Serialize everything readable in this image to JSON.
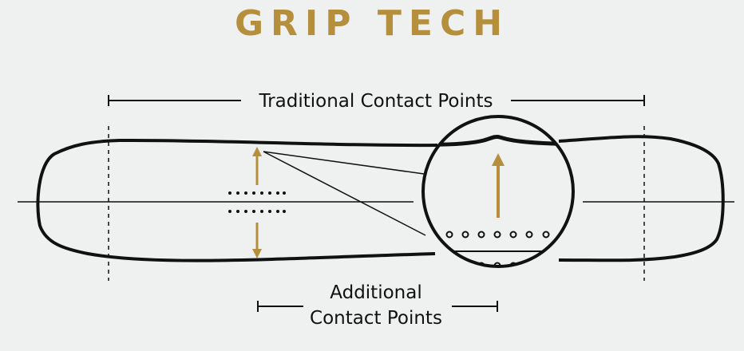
{
  "title": "GRIP TECH",
  "labels": {
    "traditional": "Traditional Contact Points",
    "additional_line1": "Additional",
    "additional_line2": "Contact Points"
  },
  "colors": {
    "accent": "#b58f3c",
    "ink": "#111111",
    "background": "#eff1f0"
  }
}
